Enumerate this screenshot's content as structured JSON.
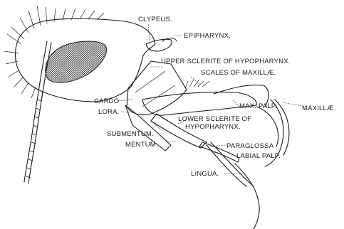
{
  "labels": {
    "clypeus": "CLYPEUS.",
    "epipharynx": "EPIPHARYNX.",
    "upper_sclerite": "UPPER SCLERITE OF HYPOPHARYNX.",
    "scales_maxillae": "SCALES OF MAXILLÆ.",
    "cardo": "CARDO",
    "lora": "LORA.",
    "max_palp": "MAX. PALP.",
    "maxillae": "MAXILLÆ.",
    "lower_sclerite_1": "LOWER SCLERITE OF",
    "lower_sclerite_2": "HYPOPHARYNX.",
    "submentum": "SUBMENTUM.",
    "mentum": "MENTUM.",
    "paraglossa": "PARAGLOSSA",
    "labial_palp": "LABIAL PALP.",
    "lingua": "LINGUA."
  }
}
